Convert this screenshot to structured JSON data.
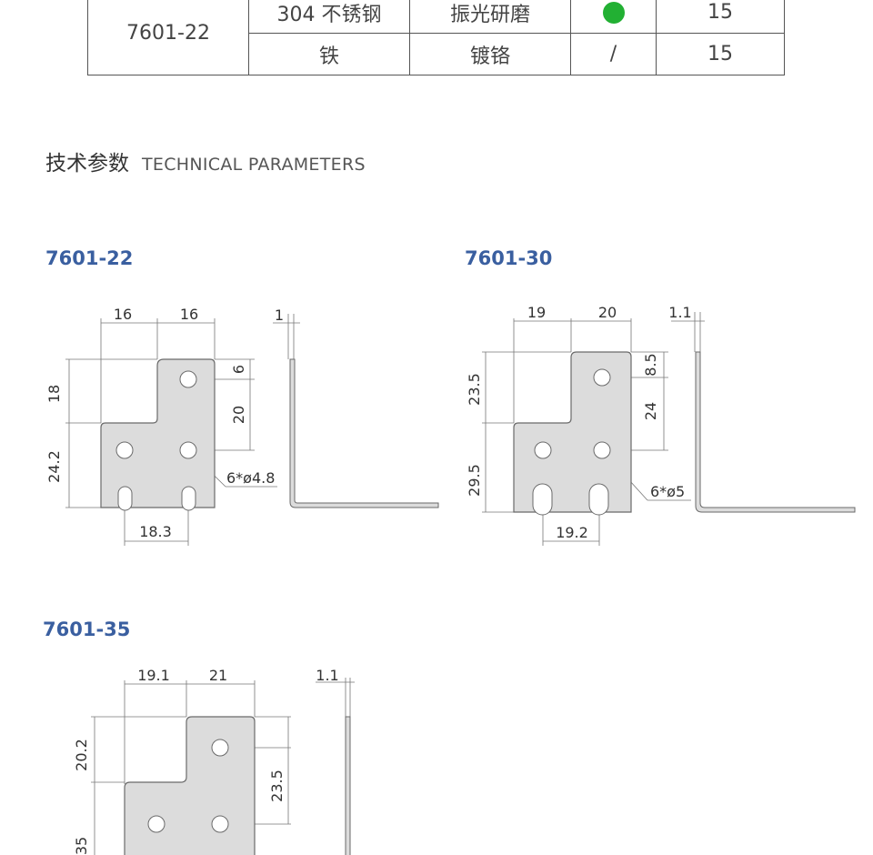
{
  "spec_table": {
    "model": "7601-22",
    "rows": [
      {
        "material": "304 不锈钢",
        "finish": "振光研磨",
        "indicator": "green-dot",
        "qty": "15"
      },
      {
        "material": "铁",
        "finish": "镀铬",
        "indicator": "/",
        "qty": "15"
      }
    ],
    "dot_color": "#22b033"
  },
  "section": {
    "title_cn": "技术参数",
    "title_en": "TECHNICAL PARAMETERS"
  },
  "drawings": [
    {
      "model": "7601-22",
      "dims": {
        "top_left": "16",
        "top_right": "16",
        "left_upper": "18",
        "left_lower": "24.2",
        "right_small": "6",
        "right_big": "20",
        "holes": "6*ø4.8",
        "bottom": "18.3",
        "thickness": "1"
      }
    },
    {
      "model": "7601-30",
      "dims": {
        "top_left": "19",
        "top_right": "20",
        "left_upper": "23.5",
        "left_lower": "29.5",
        "right_small": "8.5",
        "right_big": "24",
        "holes": "6*ø5",
        "bottom": "19.2",
        "thickness": "1.1"
      }
    },
    {
      "model": "7601-35",
      "dims": {
        "top_left": "19.1",
        "top_right": "21",
        "left_upper": "20.2",
        "left_lower": "35",
        "right_big": "23.5",
        "thickness": "1.1"
      }
    }
  ],
  "colors": {
    "plate_fill": "#dcdcdc",
    "plate_stroke": "#6a6a6a",
    "title_blue": "#3a5fa0"
  }
}
